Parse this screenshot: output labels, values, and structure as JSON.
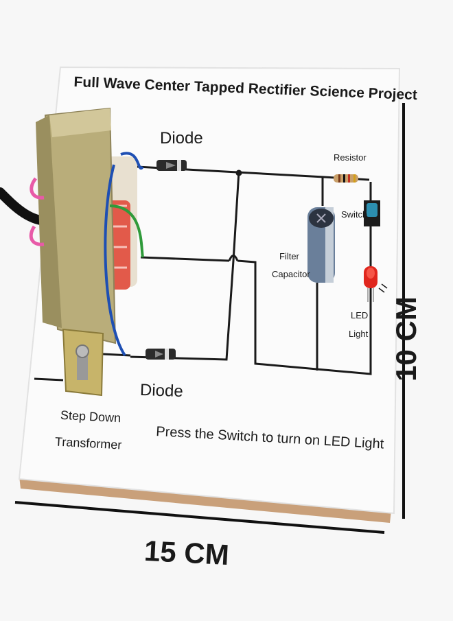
{
  "board": {
    "title": "Full Wave Center Tapped Rectifier Science Project",
    "instruction": "Press the Switch to turn on LED Light"
  },
  "components": {
    "diode_top": "Diode",
    "diode_bottom": "Diode",
    "resistor": "Resistor",
    "switch": "Switch",
    "filter_line1": "Filter",
    "filter_line2": "Capacitor",
    "led_line1": "LED",
    "led_line2": "Light",
    "transformer_line1": "Step Down",
    "transformer_line2": "Transformer"
  },
  "dimensions": {
    "width": "15 CM",
    "height": "10 CM"
  },
  "colors": {
    "board": "#fbfbfb",
    "board_edge": "#c9a07a",
    "transformer_core": "#b9ad7a",
    "wire_blue": "#1e4fb3",
    "wire_green": "#2f9a3a",
    "wire_pink": "#e85aa8",
    "led_red": "#e0261d"
  }
}
